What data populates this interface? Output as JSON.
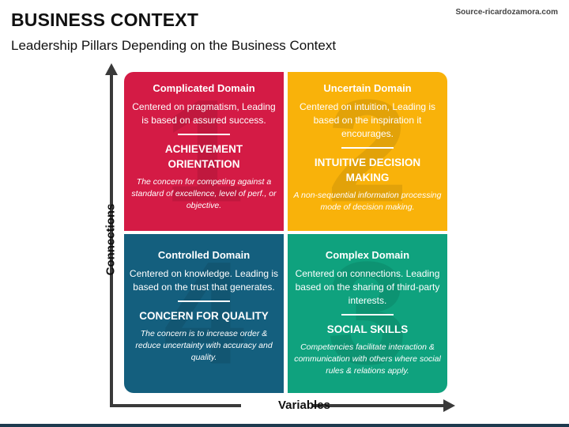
{
  "header": {
    "title": "BUSINESS CONTEXT",
    "subtitle": "Leadership Pillars Depending on the Business Context",
    "source": "Source-ricardozamora.com"
  },
  "axes": {
    "y_label": "Connections",
    "x_label": "Variables"
  },
  "quadrants": [
    {
      "number": "1",
      "color": "#d41b45",
      "title": "Complicated Domain",
      "description": "Centered on pragmatism, Leading is based on assured success.",
      "pillar": "ACHIEVEMENT ORIENTATION",
      "note": "The concern for competing against a standard of excellence, level of perf., or objective."
    },
    {
      "number": "2",
      "color": "#f9b20a",
      "title": "Uncertain Domain",
      "description": "Centered on intuition, Leading is based on the inspiration it encourages.",
      "pillar": "INTUITIVE DECISION MAKING",
      "note": "A non-sequential information processing mode of decision making."
    },
    {
      "number": "4",
      "color": "#145f7e",
      "title": "Controlled Domain",
      "description": "Centered on knowledge. Leading is based on the trust that generates.",
      "pillar": "CONCERN FOR QUALITY",
      "note": "The concern is to increase order & reduce uncertainty with accuracy and quality."
    },
    {
      "number": "3",
      "color": "#0fa27e",
      "title": "Complex Domain",
      "description": "Centered on connections. Leading based on the sharing of third-party interests.",
      "pillar": "SOCIAL SKILLS",
      "note": "Competencies facilitate interaction & communication with others where social rules & relations apply."
    }
  ]
}
